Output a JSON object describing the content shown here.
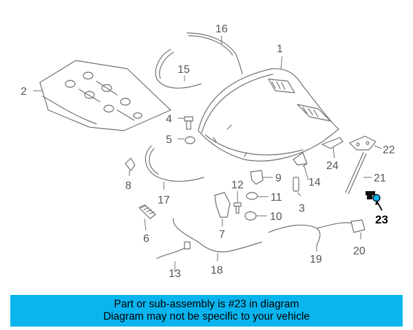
{
  "highlight_color": "#0ab4ee",
  "parts": [
    {
      "label": "1"
    },
    {
      "label": "2"
    },
    {
      "label": "3"
    },
    {
      "label": "4"
    },
    {
      "label": "5"
    },
    {
      "label": "6"
    },
    {
      "label": "7"
    },
    {
      "label": "8"
    },
    {
      "label": "9"
    },
    {
      "label": "10"
    },
    {
      "label": "11"
    },
    {
      "label": "12"
    },
    {
      "label": "13"
    },
    {
      "label": "14"
    },
    {
      "label": "15"
    },
    {
      "label": "16"
    },
    {
      "label": "17"
    },
    {
      "label": "18"
    },
    {
      "label": "19"
    },
    {
      "label": "20"
    },
    {
      "label": "21"
    },
    {
      "label": "22"
    },
    {
      "label": "23"
    },
    {
      "label": "24"
    }
  ],
  "banner": {
    "line1": "Part or sub-assembly is #23 in diagram",
    "line2": "Diagram may not be specific to your vehicle"
  }
}
